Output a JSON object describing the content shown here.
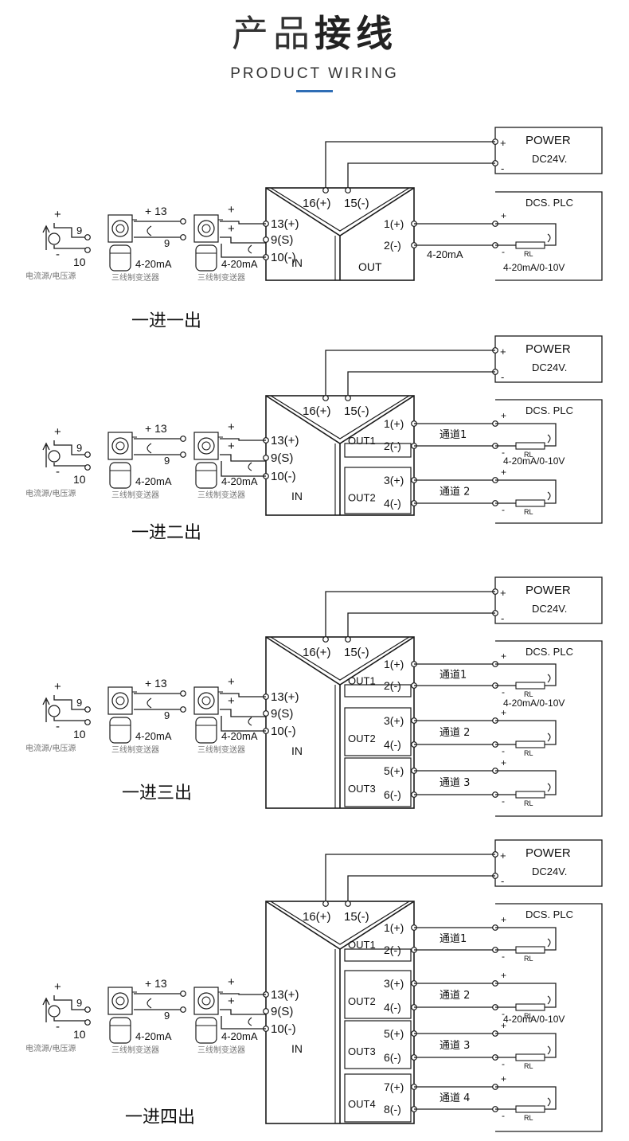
{
  "header": {
    "title_light": "产品",
    "title_bold": "接线",
    "subtitle": "PRODUCT WIRING"
  },
  "accent_color": "#2f6db5",
  "labels": {
    "power": "POWER",
    "dc24v": "DC24V.",
    "dcs_plc": "DCS. PLC",
    "rl": "RL",
    "output_range": "4-20mA/0-10V",
    "signal": "4-20mA",
    "plus": "+",
    "minus": "-",
    "t16": "16(+)",
    "t15": "15(-)",
    "t13": "13(+)",
    "t9s": "9(S)",
    "t10": "10(-)",
    "in": "IN",
    "out": "OUT",
    "p13": "+ 13",
    "n9": "9",
    "n10": "10",
    "source_caption": "电流源/电压源",
    "transmitter_caption": "三线制变送器",
    "four_twenty": "4-20mA"
  },
  "diagrams": [
    {
      "caption": "一进一出",
      "outputs": [
        {
          "name": "OUT",
          "pos": "1(+)",
          "neg": "2(-)",
          "channel": "4-20mA"
        }
      ]
    },
    {
      "caption": "一进二出",
      "outputs": [
        {
          "name": "OUT1",
          "pos": "1(+)",
          "neg": "2(-)",
          "channel": "通道1"
        },
        {
          "name": "OUT2",
          "pos": "3(+)",
          "neg": "4(-)",
          "channel": "通道 2"
        }
      ]
    },
    {
      "caption": "一进三出",
      "outputs": [
        {
          "name": "OUT1",
          "pos": "1(+)",
          "neg": "2(-)",
          "channel": "通道1"
        },
        {
          "name": "OUT2",
          "pos": "3(+)",
          "neg": "4(-)",
          "channel": "通道 2"
        },
        {
          "name": "OUT3",
          "pos": "5(+)",
          "neg": "6(-)",
          "channel": "通道 3"
        }
      ]
    },
    {
      "caption": "一进四出",
      "outputs": [
        {
          "name": "OUT1",
          "pos": "1(+)",
          "neg": "2(-)",
          "channel": "通道1"
        },
        {
          "name": "OUT2",
          "pos": "3(+)",
          "neg": "4(-)",
          "channel": "通道 2"
        },
        {
          "name": "OUT3",
          "pos": "5(+)",
          "neg": "6(-)",
          "channel": "通道 3"
        },
        {
          "name": "OUT4",
          "pos": "7(+)",
          "neg": "8(-)",
          "channel": "通道 4"
        }
      ]
    }
  ]
}
